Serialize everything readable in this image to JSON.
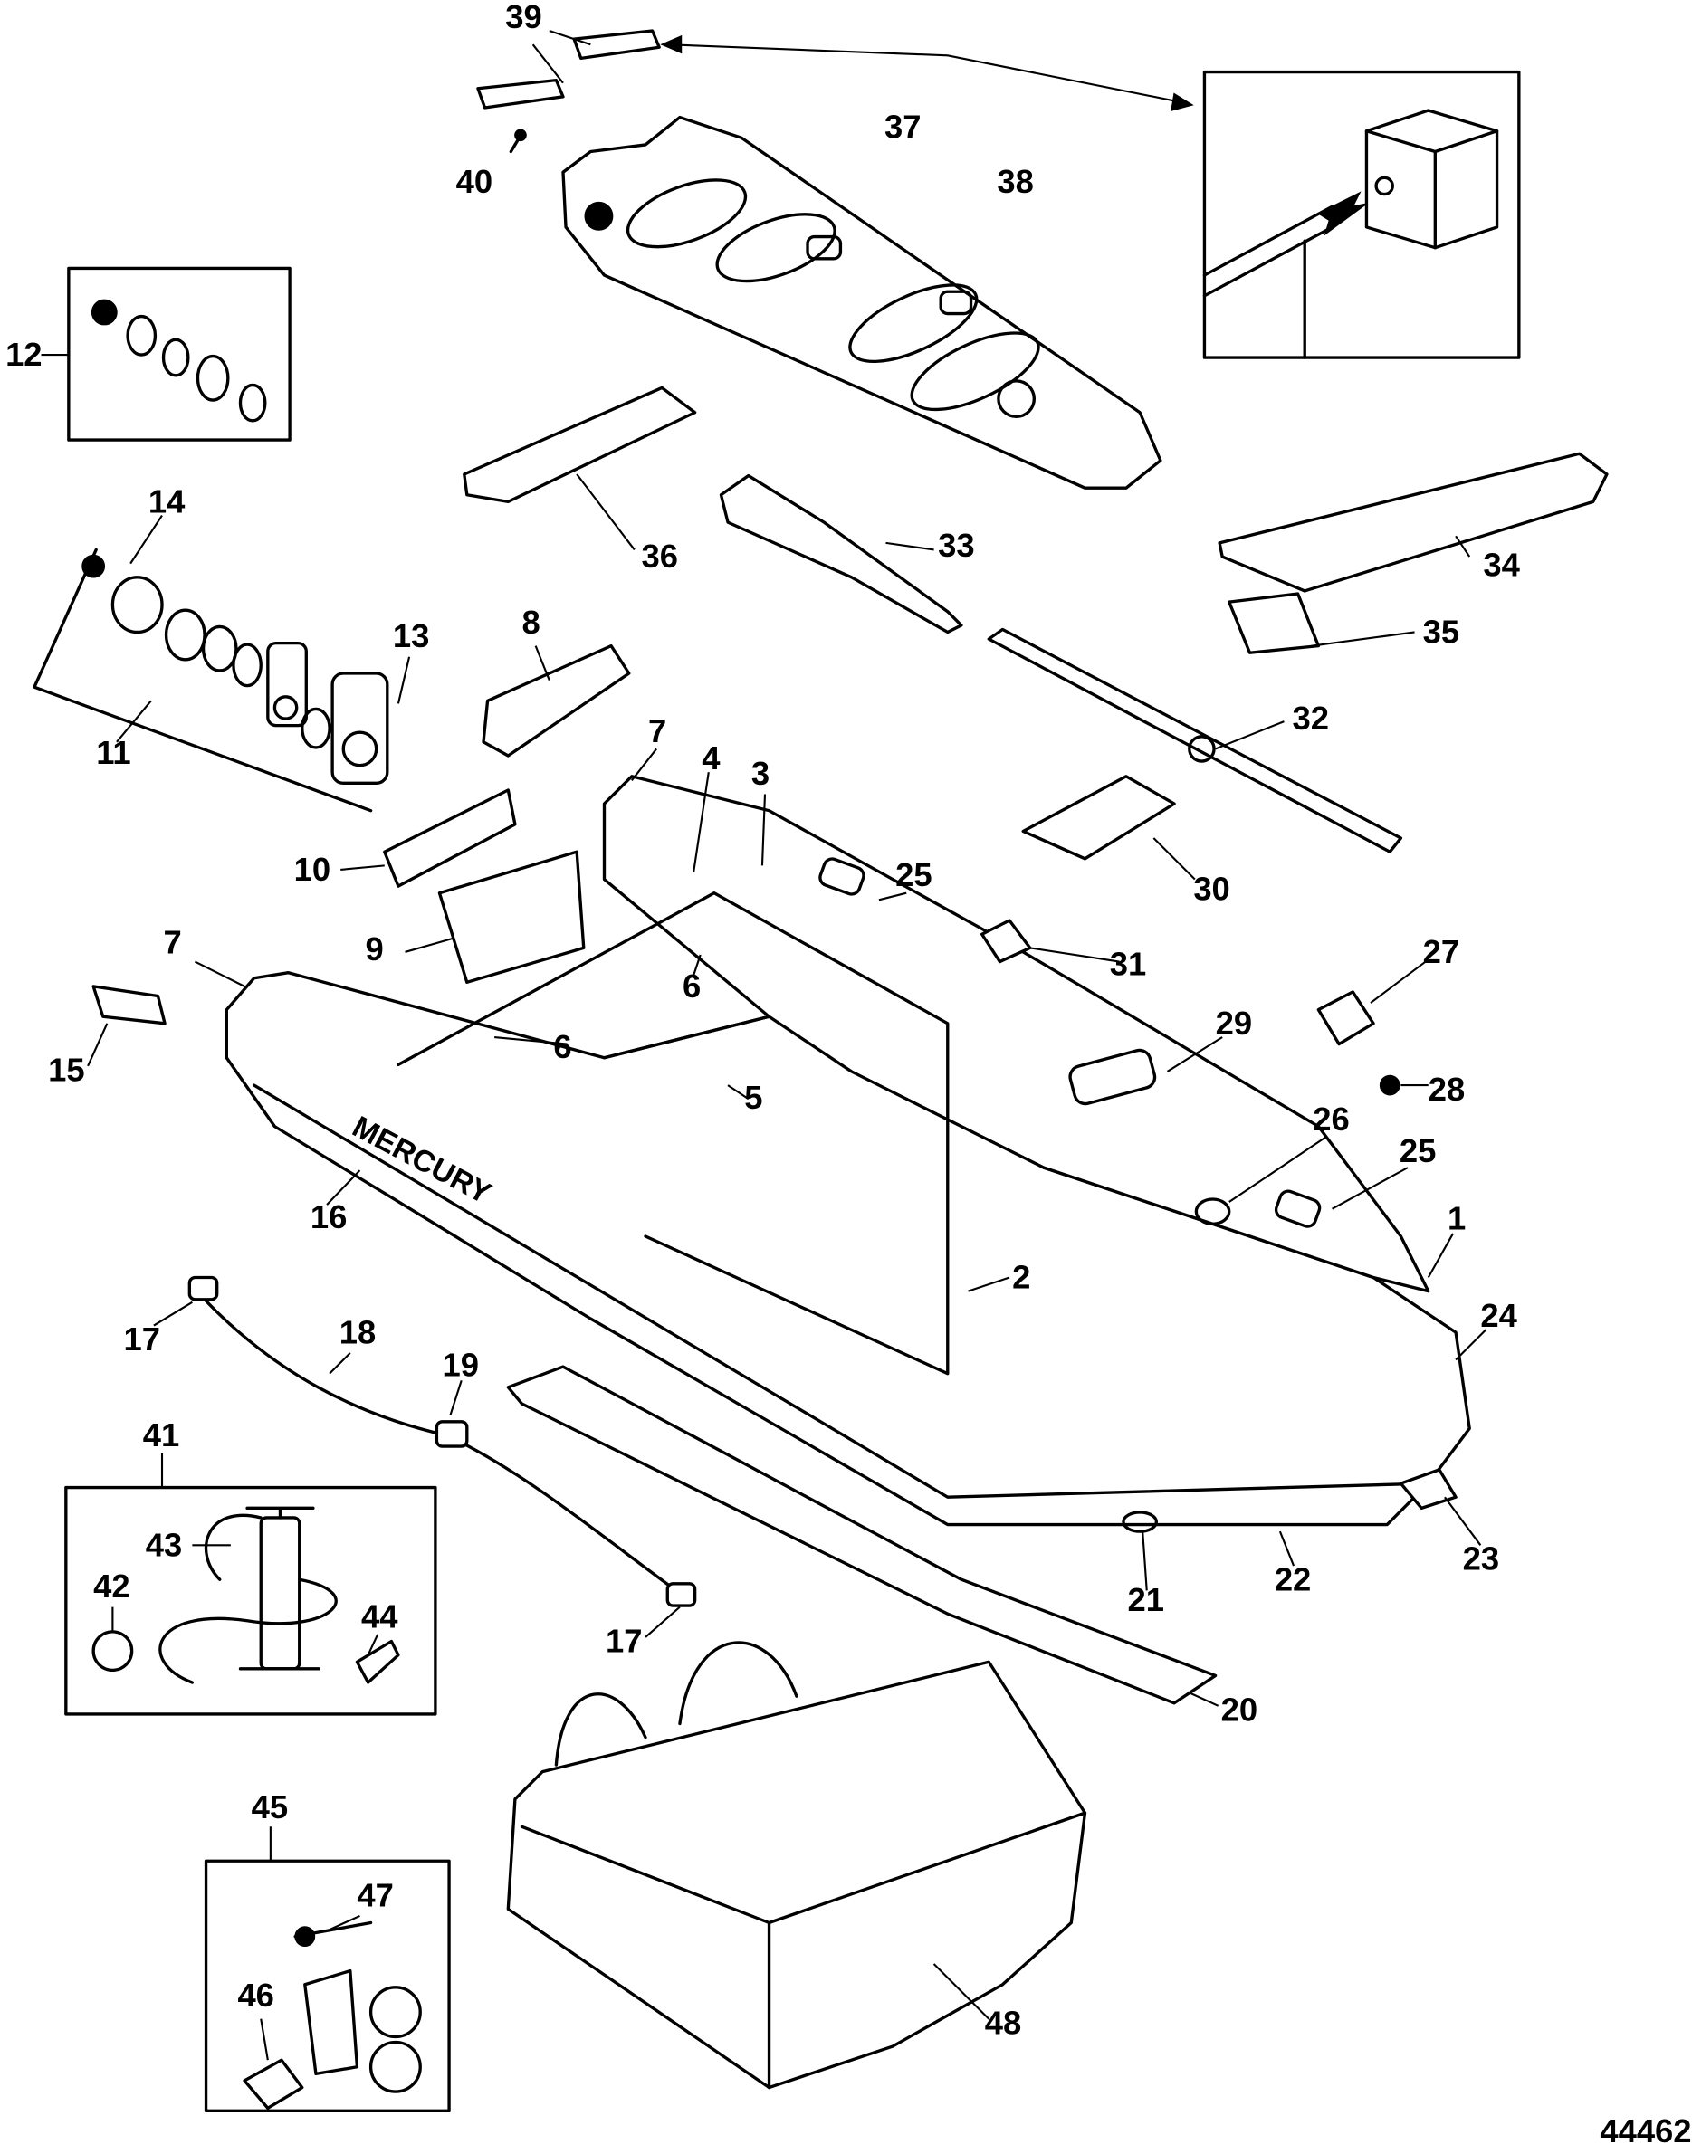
{
  "figure_number": "44462",
  "brand_text": "MERCURY",
  "callouts": [
    "39",
    "40",
    "37",
    "38",
    "12",
    "14",
    "36",
    "33",
    "34",
    "35",
    "13",
    "8",
    "11",
    "32",
    "7",
    "4",
    "3",
    "10",
    "25",
    "30",
    "9",
    "6",
    "31",
    "27",
    "7",
    "29",
    "6",
    "15",
    "5",
    "28",
    "26",
    "25",
    "16",
    "1",
    "2",
    "24",
    "17",
    "18",
    "19",
    "41",
    "43",
    "42",
    "44",
    "21",
    "22",
    "23",
    "17",
    "20",
    "45",
    "47",
    "46",
    "48"
  ],
  "colors": {
    "line": "#000000",
    "background": "#ffffff"
  }
}
